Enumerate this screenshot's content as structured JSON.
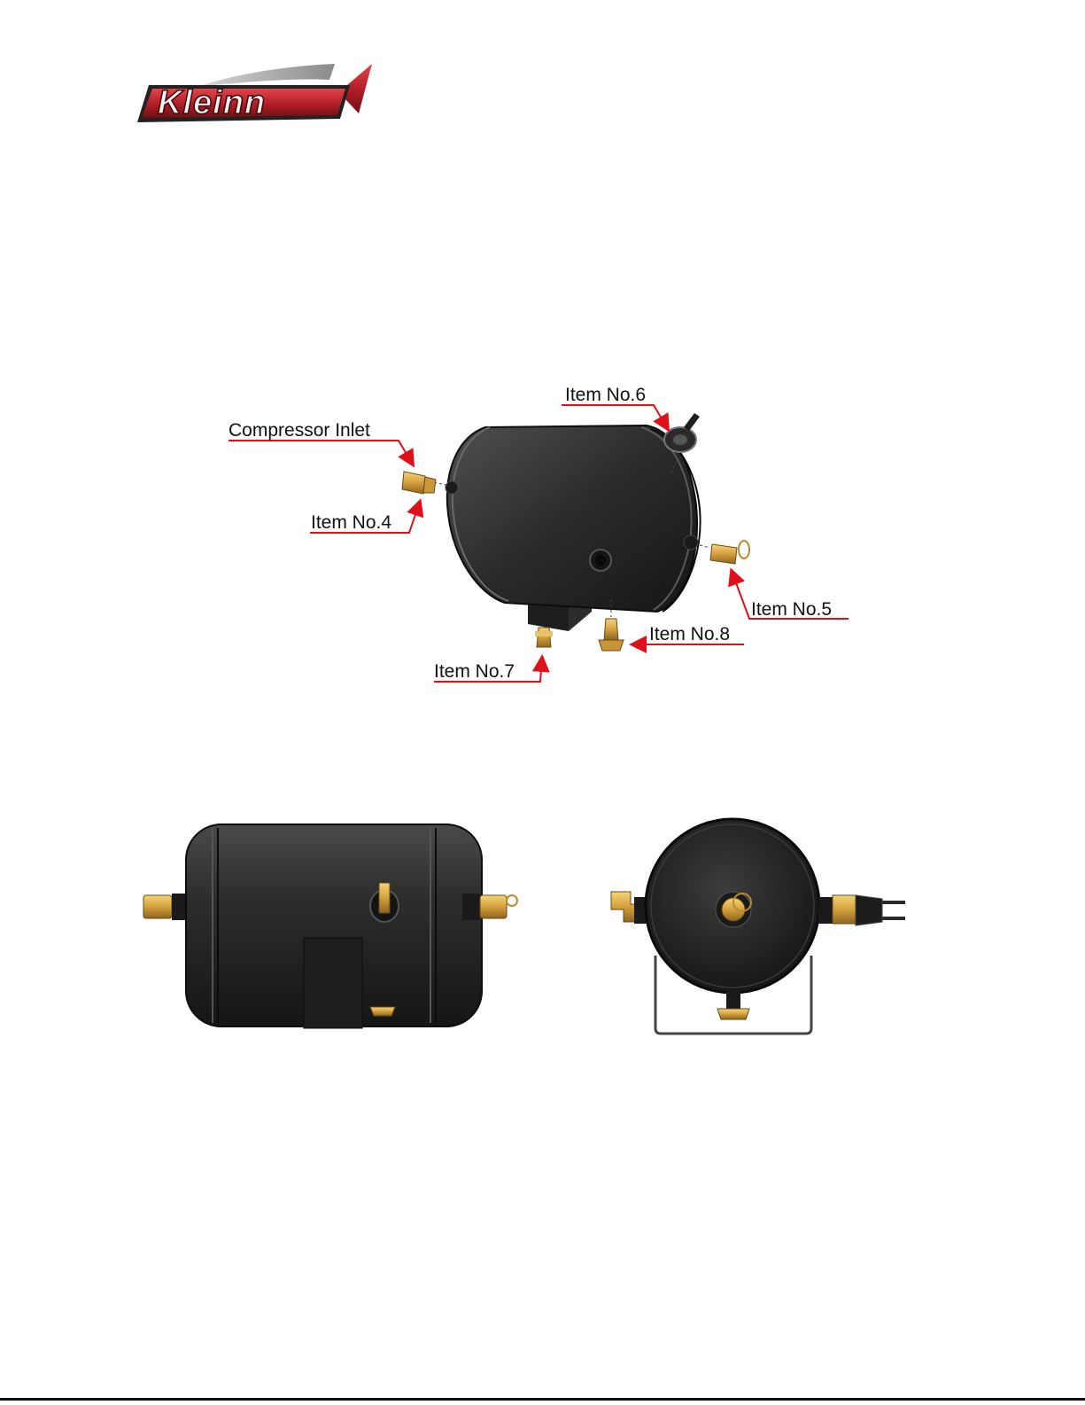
{
  "brand": {
    "name": "Kleinn"
  },
  "labels": {
    "compressor_inlet": "Compressor Inlet",
    "item4": "Item No.4",
    "item5": "Item No.5",
    "item6": "Item No.6",
    "item7": "Item No.7",
    "item8": "Item No.8"
  },
  "colors": {
    "tank": "#2a2a2a",
    "brass": "#d9a94a",
    "arrow": "#e0101a",
    "logo_red": "#b51f27"
  }
}
